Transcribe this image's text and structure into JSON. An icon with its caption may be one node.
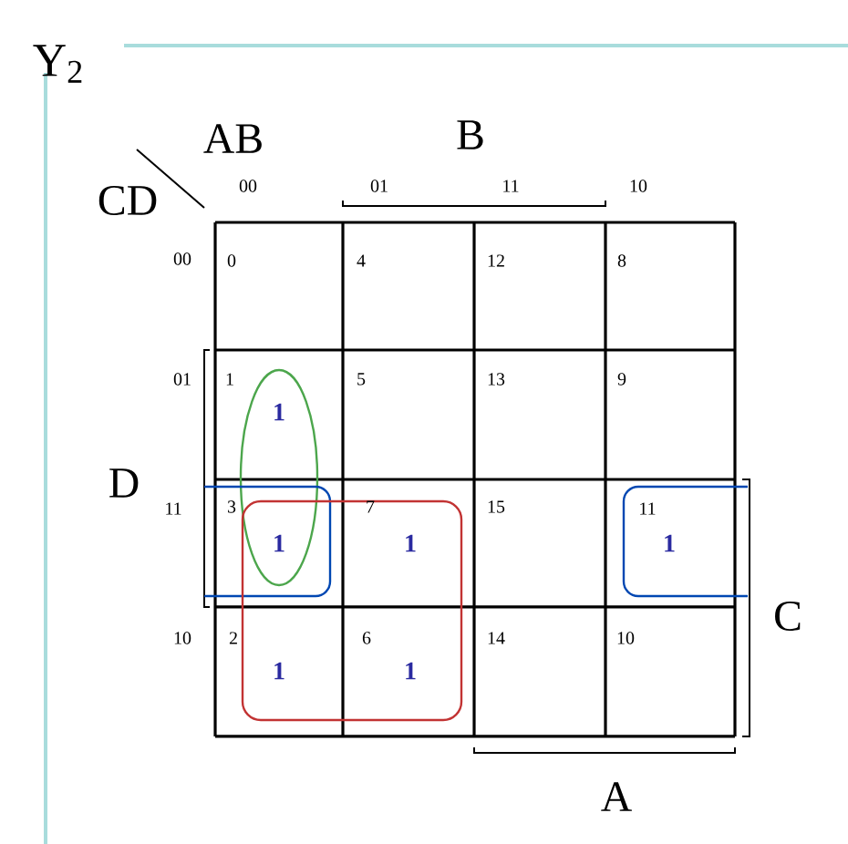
{
  "diagram": {
    "title": "Y$_{2}$",
    "labels": [
      "AB",
      "CD",
      "B",
      "00",
      "01",
      "11",
      "10",
      "00",
      "0",
      "4",
      "12",
      "8",
      "01",
      "1",
      "1",
      "5",
      "13",
      "9",
      "D",
      "11",
      "3",
      "1",
      "7",
      "1",
      "15",
      "11",
      "1",
      "10",
      "2",
      "1",
      "6",
      "1",
      "14",
      "10",
      "C",
      "A"
    ]
  }
}
